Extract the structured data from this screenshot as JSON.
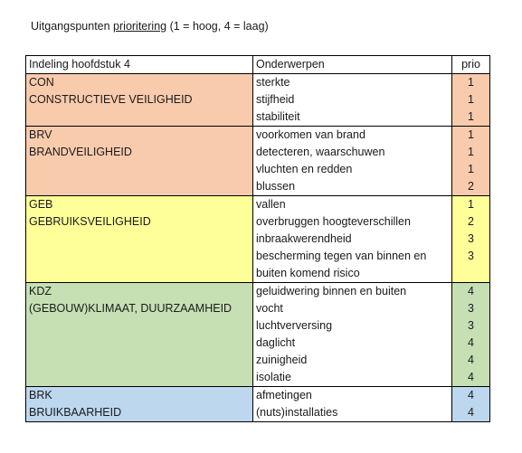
{
  "title": {
    "prefix": "Uitgangspunten ",
    "underlined": "prioritering",
    "suffix": " (1 = hoog, 4 = laag)"
  },
  "table": {
    "headers": [
      "Indeling hoofdstuk 4",
      "Onderwerpen",
      "prio"
    ],
    "groups": [
      {
        "code": "CON",
        "name": "CONSTRUCTIEVE VEILIGHEID",
        "color": "#f8cbad",
        "rows": [
          {
            "topic": "sterkte",
            "prio": "1"
          },
          {
            "topic": "stijfheid",
            "prio": "1"
          },
          {
            "topic": "stabiliteit",
            "prio": "1"
          }
        ]
      },
      {
        "code": "BRV",
        "name": "BRANDVEILIGHEID",
        "color": "#f8cbad",
        "rows": [
          {
            "topic": "voorkomen van brand",
            "prio": "1"
          },
          {
            "topic": "detecteren, waarschuwen",
            "prio": "1"
          },
          {
            "topic": "vluchten en redden",
            "prio": "1"
          },
          {
            "topic": "blussen",
            "prio": "2"
          }
        ]
      },
      {
        "code": "GEB",
        "name": "GEBRUIKSVEILIGHEID",
        "color": "#ffff99",
        "rows": [
          {
            "topic": "vallen",
            "prio": "1"
          },
          {
            "topic": "overbruggen hoogteverschillen",
            "prio": "2"
          },
          {
            "topic": "inbraakwerendheid",
            "prio": "3"
          },
          {
            "topic": "bescherming tegen van binnen en",
            "prio": "3"
          },
          {
            "topic": "buiten komend risico",
            "prio": ""
          }
        ]
      },
      {
        "code": "KDZ",
        "name": "(GEBOUW)KLIMAAT, DUURZAAMHEID",
        "color": "#c6e0b4",
        "rows": [
          {
            "topic": "geluidwering binnen en buiten",
            "prio": "4"
          },
          {
            "topic": "vocht",
            "prio": "3"
          },
          {
            "topic": "luchtverversing",
            "prio": "3"
          },
          {
            "topic": "daglicht",
            "prio": "4"
          },
          {
            "topic": "zuinigheid",
            "prio": "4"
          },
          {
            "topic": "isolatie",
            "prio": "4"
          }
        ]
      },
      {
        "code": "BRK",
        "name": "BRUIKBAARHEID",
        "color": "#bdd7ee",
        "rows": [
          {
            "topic": "afmetingen",
            "prio": "4"
          },
          {
            "topic": "(nuts)installaties",
            "prio": "4"
          }
        ]
      }
    ]
  }
}
